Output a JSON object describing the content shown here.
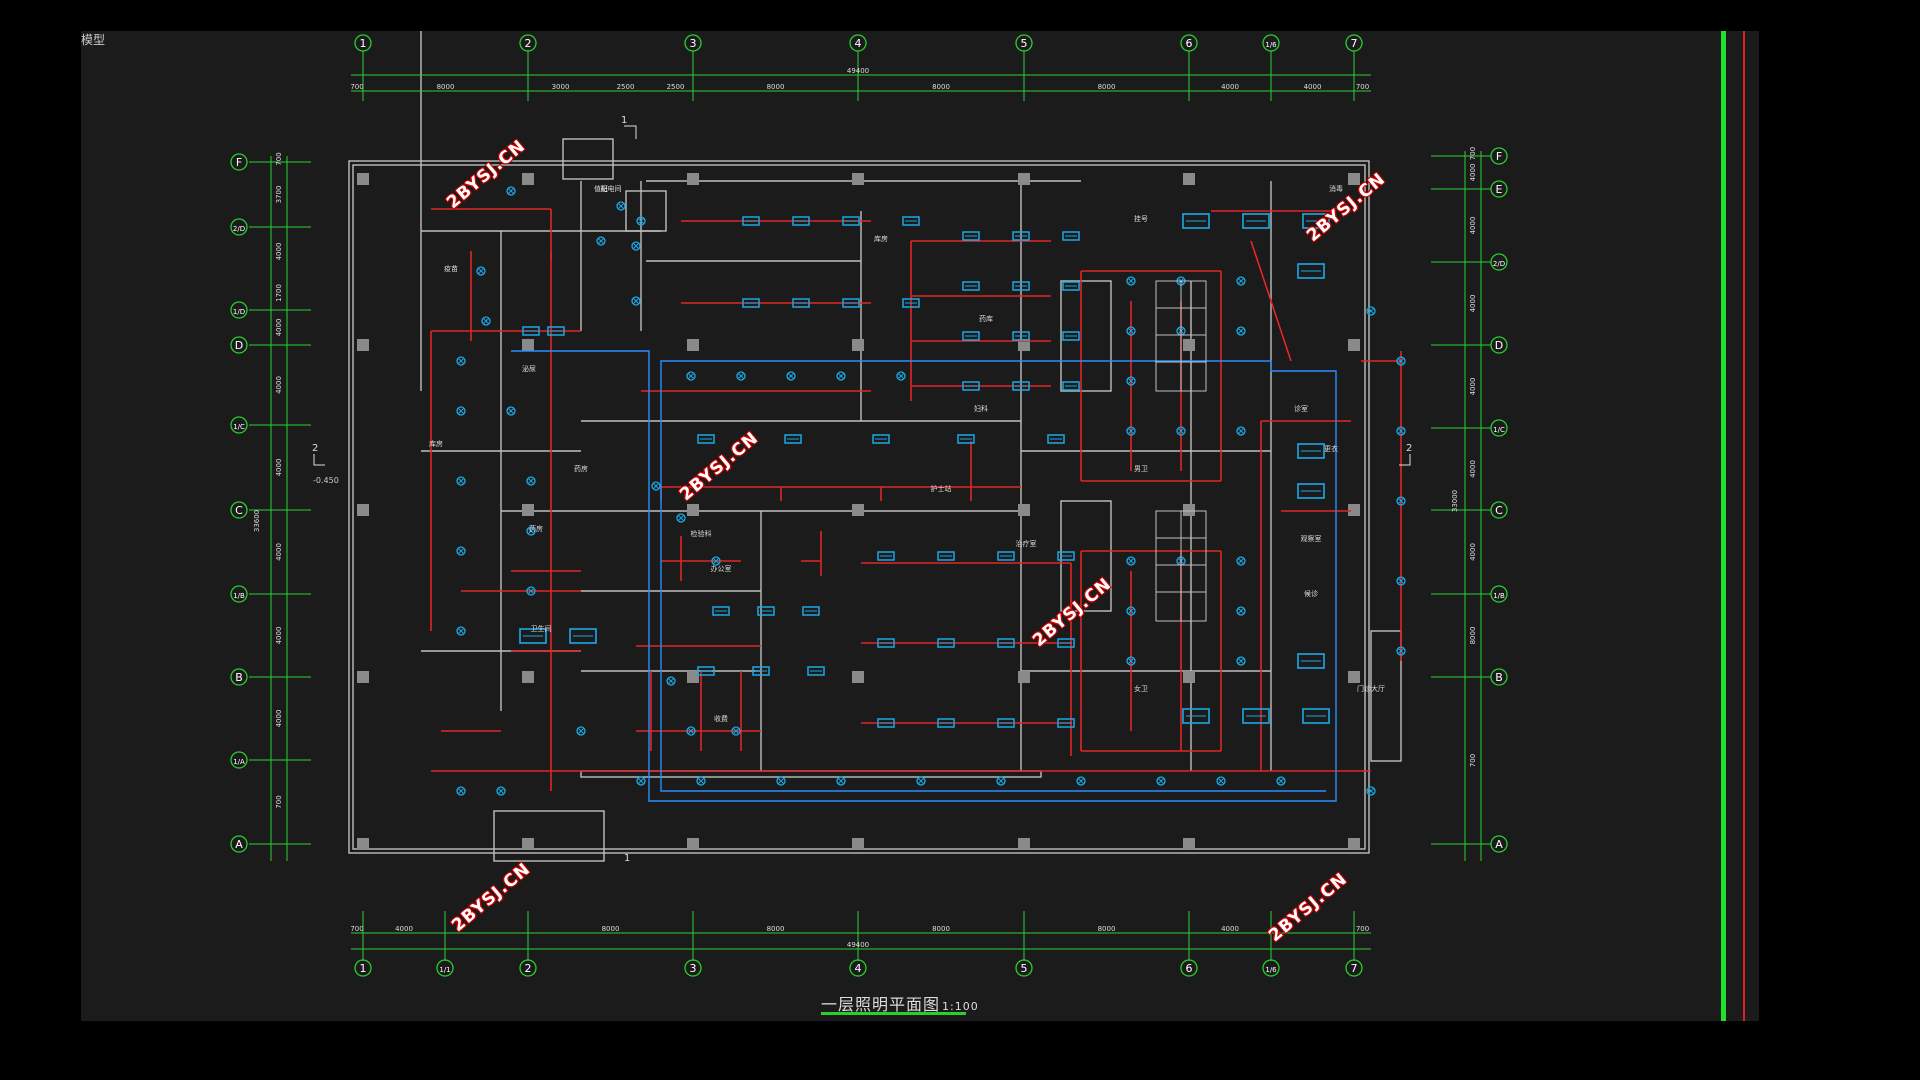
{
  "sheet": {
    "tab_label": "模型"
  },
  "drawing": {
    "title": "一层照明平面图",
    "scale": "1:100",
    "watermark": "2BYSJ.CN",
    "colors": {
      "background": "#1b1b1b",
      "axis": "#28d02f",
      "wall": "#bfbfbf",
      "circuit": "#e12626",
      "fixture": "#1aa8e6",
      "column": "#8a8a8a"
    }
  },
  "top_axes": [
    "1",
    "2",
    "3",
    "4",
    "5",
    "6",
    "1/6",
    "7"
  ],
  "bottom_axes": [
    "1",
    "1/1",
    "2",
    "3",
    "4",
    "5",
    "6",
    "1/6",
    "7"
  ],
  "left_axes": [
    "F",
    "2/D",
    "1/D",
    "D",
    "1/C",
    "C",
    "1/B",
    "B",
    "1/A",
    "A"
  ],
  "right_axes": [
    "F",
    "E",
    "2/D",
    "D",
    "1/C",
    "C",
    "1/B",
    "B",
    "A"
  ],
  "dims": {
    "top_total": "49400",
    "top_segments": [
      "700",
      "8000",
      "3000",
      "2500",
      "2500",
      "8000",
      "8000",
      "8000",
      "4000",
      "4000",
      "700"
    ],
    "bottom_total": "49400",
    "bottom_segments": [
      "700",
      "4000",
      "8000",
      "8000",
      "8000",
      "8000",
      "4000",
      "700"
    ],
    "left_total": "33600",
    "left_segments": [
      "700",
      "3700",
      "4000",
      "1700",
      "4000",
      "4000",
      "4000",
      "4000",
      "4000",
      "4000",
      "700"
    ],
    "right_total": "33000",
    "right_segments": [
      "700",
      "4000",
      "4000",
      "4000",
      "4000",
      "4000",
      "4000",
      "8000",
      "700"
    ]
  },
  "section_marks": {
    "top": "1",
    "bottom": "1",
    "left": "2",
    "right": "2"
  },
  "elevation": "-0.450",
  "rooms": [
    "库房",
    "配电间",
    "疫苗",
    "泌尿",
    "药房",
    "库房",
    "药库",
    "妇科",
    "药房",
    "卫生间",
    "值班",
    "男卫",
    "女卫",
    "更衣",
    "消毒",
    "护士站",
    "检验科",
    "办公室",
    "收费",
    "挂号",
    "候诊",
    "诊室",
    "治疗室",
    "观察室",
    "门诊大厅"
  ]
}
